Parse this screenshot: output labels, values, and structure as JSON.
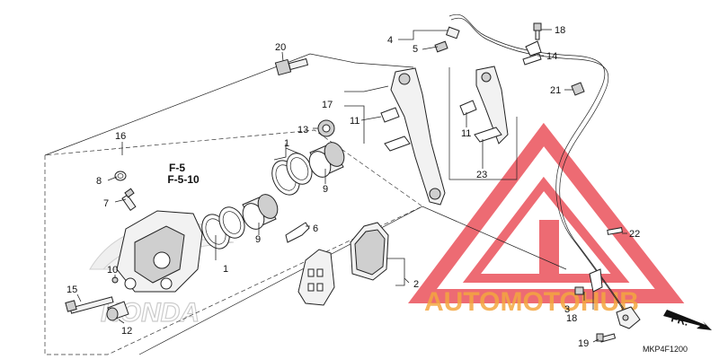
{
  "callouts": {
    "c1a": "1",
    "c1b": "1",
    "c2": "2",
    "c3": "3",
    "c4": "4",
    "c5": "5",
    "c6": "6",
    "c7": "7",
    "c8": "8",
    "c9a": "9",
    "c9b": "9",
    "c10": "10",
    "c11a": "11",
    "c11b": "11",
    "c12": "12",
    "c13": "13",
    "c14": "14",
    "c15": "15",
    "c16": "16",
    "c17": "17",
    "c18a": "18",
    "c18b": "18",
    "c19": "19",
    "c20": "20",
    "c21": "21",
    "c22": "22",
    "c23": "23"
  },
  "references": {
    "ref1": "F-5",
    "ref2": "F-5-10"
  },
  "direction_label": "FR.",
  "diagram_code": "MKP4F1200",
  "brand_mark": "HONDA",
  "watermark": {
    "text": "AUTOMOTOHUB",
    "color": "#e8424d",
    "accent": "#f4a640"
  }
}
